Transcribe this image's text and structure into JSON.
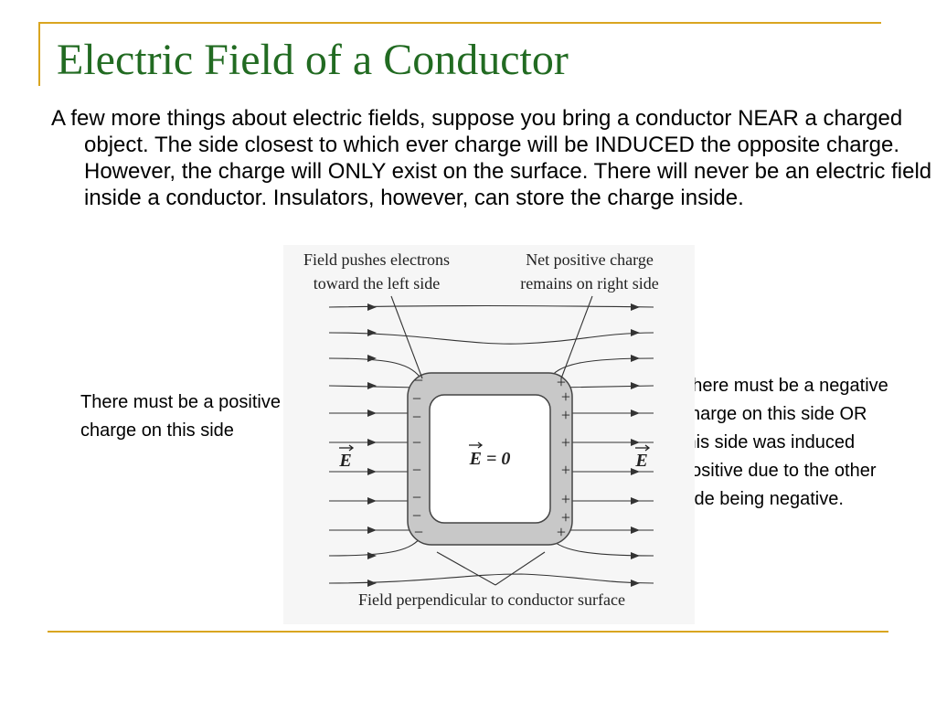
{
  "slide": {
    "title": "Electric Field of a Conductor",
    "body": "A few more things about electric fields, suppose you bring a conductor NEAR a charged object. The side closest to which ever charge will be INDUCED the opposite charge. However, the charge will ONLY exist on the surface. There will never be an electric field inside a conductor. Insulators, however, can store the charge inside.",
    "note_left": "There must be a positive charge on this side",
    "note_right": "There must be a negative charge on this side OR this side was induced positive due to the other side being negative.",
    "accent_color": "#d9a520",
    "title_color": "#226b22"
  },
  "figure": {
    "label_top_left_line1": "Field pushes electrons",
    "label_top_left_line2": "toward the left side",
    "label_top_right_line1": "Net positive charge",
    "label_top_right_line2": "remains on right side",
    "label_bottom": "Field perpendicular to conductor surface",
    "field_left": "E",
    "field_center": "E = 0",
    "field_right": "E",
    "minus_sign": "−",
    "plus_sign": "+"
  }
}
